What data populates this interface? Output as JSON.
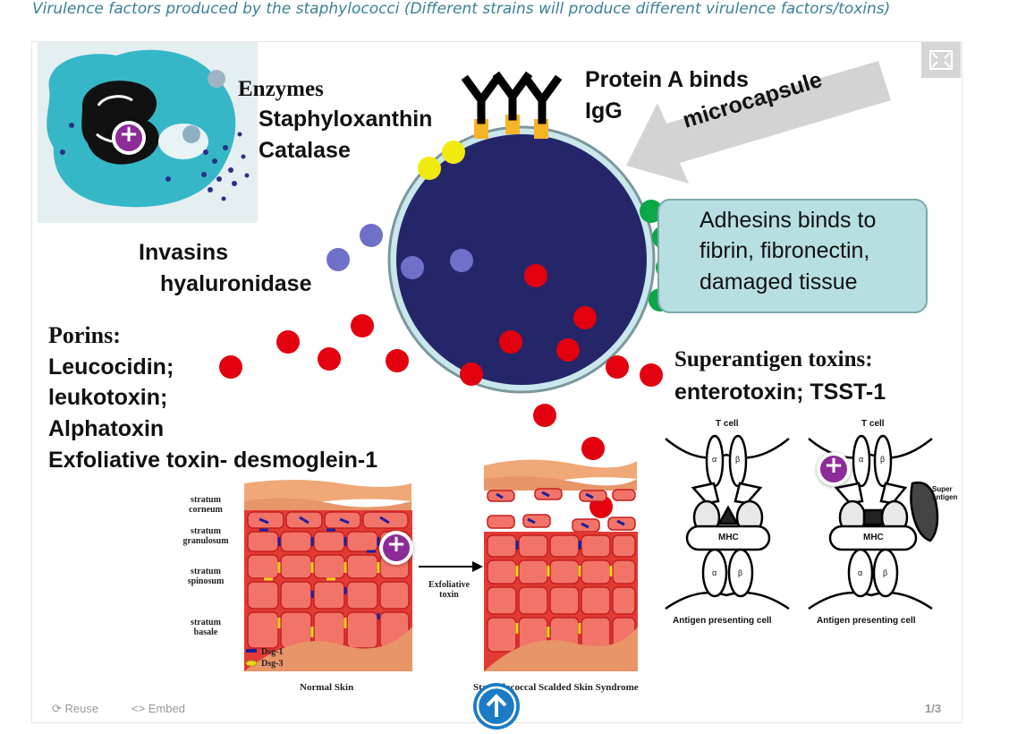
{
  "caption": "Virulence factors produced by the staphylococci (Different strains will produce different virulence factors/toxins)",
  "labels": {
    "enzymes": "Enzymes",
    "staphyloxanthin": "Staphyloxanthin",
    "catalase": "Catalase",
    "protein_a": "Protein A binds",
    "igg": "IgG",
    "microcapsule": "microcapsule",
    "adhesins_1": "Adhesins binds to",
    "adhesins_2": "fibrin, fibronectin,",
    "adhesins_3": "damaged tissue",
    "invasins": "Invasins",
    "hyaluronidase": "hyaluronidase",
    "porins": "Porins:",
    "leucocidin": "Leucocidin;",
    "leukotoxin": "leukotoxin;",
    "alphatoxin": "Alphatoxin",
    "exfoliative": "Exfoliative toxin- desmoglein-1",
    "superantigen": "Superantigen toxins:",
    "enterotoxin": "enterotoxin; TSST-1"
  },
  "skin": {
    "stratum_corneum": "stratum corneum",
    "stratum_granulosum": "stratum granulosum",
    "stratum_spinosum": "stratum spinosum",
    "stratum_basale": "stratum basale",
    "exfoliative_toxin": "Exfoliative toxin",
    "legend_dsg1": "Dsg-1",
    "legend_dsg3": "Dsg-3",
    "normal_skin": "Normal Skin",
    "ssss": "Staphylococcal Scalded Skin Syndrome"
  },
  "tcell": {
    "t_cell": "T cell",
    "mhc": "MHC",
    "apc": "Antigen presenting cell",
    "super_antigen": "Super antigen",
    "alpha": "α",
    "beta": "β"
  },
  "footer": {
    "reuse": "Reuse",
    "embed": "<> Embed",
    "page": "1/3"
  },
  "colors": {
    "cell_body": "#25266a",
    "capsule": "#a9d3da",
    "toxin_red": "#e3000f",
    "adhesin_green": "#0aa847",
    "invasin_blue": "#6f70c8",
    "pigment_yellow": "#f1ea0f",
    "igg_black": "#000000",
    "protein_a_orange": "#f6b426",
    "accent_purple": "#8c2c97",
    "caption": "#3c7f95"
  },
  "icons": [
    "plus-hotspot-icon",
    "expand-icon",
    "scroll-up-icon",
    "reuse-icon"
  ]
}
